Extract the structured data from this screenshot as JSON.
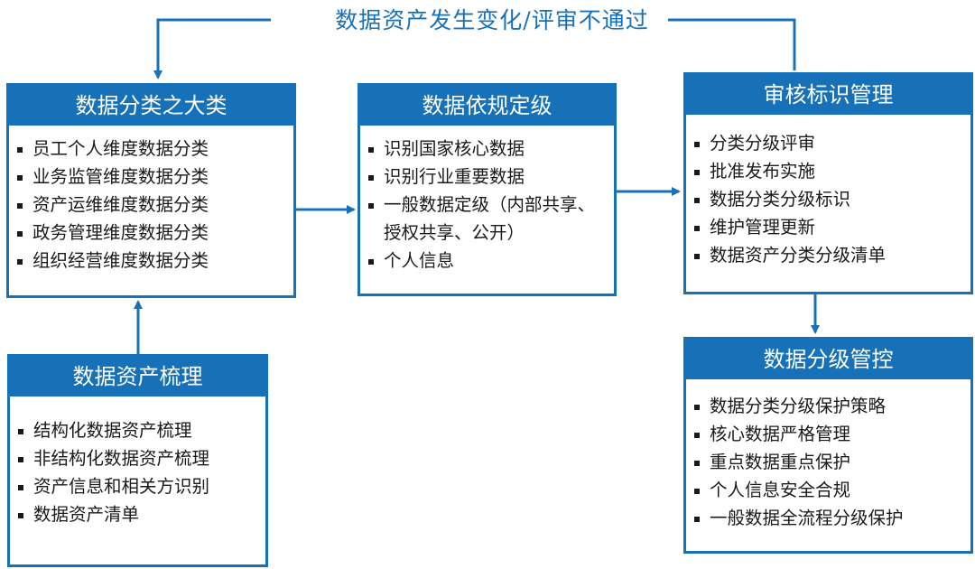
{
  "feedback_label": "数据资产发生变化/评审不通过",
  "boxes": {
    "classify": {
      "title": "数据分类之大类",
      "items": [
        "员工个人维度数据分类",
        "业务监管维度数据分类",
        "资产运维维度数据分类",
        "政务管理维度数据分类",
        "组织经营维度数据分类"
      ]
    },
    "grading": {
      "title": "数据依规定级",
      "items": [
        "识别国家核心数据",
        "识别行业重要数据",
        "一般数据定级（内部共享、授权共享、公开）",
        "个人信息"
      ]
    },
    "review": {
      "title": "审核标识管理",
      "items": [
        "分类分级评审",
        "批准发布实施",
        "数据分类分级标识",
        "维护管理更新",
        "数据资产分类分级清单"
      ]
    },
    "inventory": {
      "title": "数据资产梳理",
      "items": [
        "结构化数据资产梳理",
        "非结构化数据资产梳理",
        "资产信息和相关方识别",
        "数据资产清单"
      ]
    },
    "control": {
      "title": "数据分级管控",
      "items": [
        "数据分类分级保护策略",
        "核心数据严格管理",
        "重点数据重点保护",
        "个人信息安全合规",
        "一般数据全流程分级保护"
      ]
    }
  },
  "colors": {
    "accent": "#1771b9",
    "text": "#1a1a1a"
  }
}
